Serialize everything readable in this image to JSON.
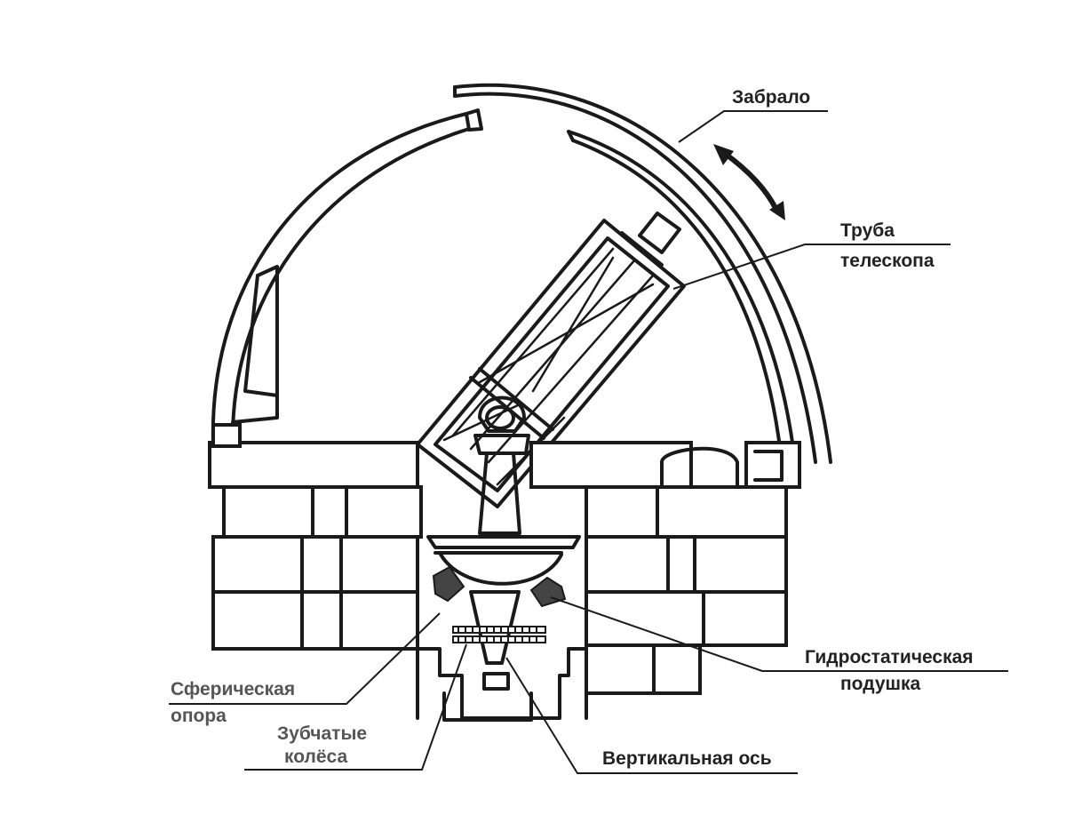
{
  "labels": {
    "shutter": "Забрало",
    "tube_line1": "Труба",
    "tube_line2": "телескопа",
    "hydro_line1": "Гидростатическая",
    "hydro_line2": "подушка",
    "sphere_line1": "Сферическая",
    "sphere_line2": "опора",
    "gears_line1": "Зубчатые",
    "gears_line2": "колёса",
    "axis": "Вертикальная ось"
  },
  "colors": {
    "ink": "#1a1a1a",
    "pad": "#444444",
    "background": "#ffffff"
  }
}
